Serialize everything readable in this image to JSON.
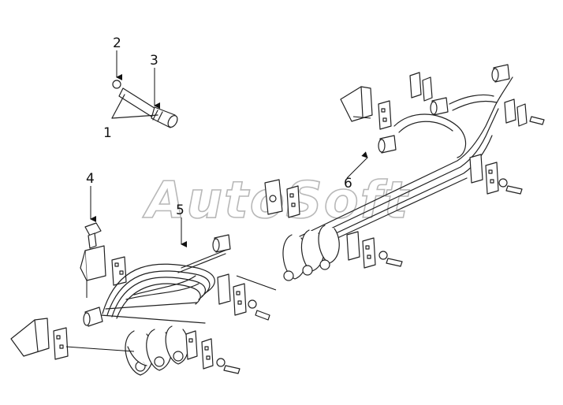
{
  "watermark": {
    "text": "AutoSoft"
  },
  "callouts": [
    {
      "id": "callout-1",
      "label": "1"
    },
    {
      "id": "callout-2",
      "label": "2"
    },
    {
      "id": "callout-3",
      "label": "3"
    },
    {
      "id": "callout-4",
      "label": "4"
    },
    {
      "id": "callout-5",
      "label": "5"
    },
    {
      "id": "callout-6",
      "label": "6"
    }
  ],
  "colors": {
    "line": "#222222",
    "fill": "#ffffff",
    "watermark": "#b8b8b8"
  }
}
